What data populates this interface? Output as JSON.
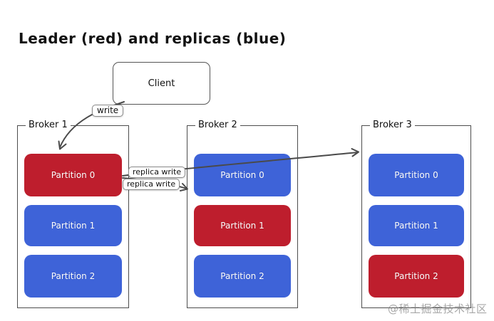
{
  "title": "Leader (red) and replicas (blue)",
  "client": {
    "label": "Client"
  },
  "edges": {
    "write": "write",
    "replica_write_1": "replica write",
    "replica_write_2": "replica write"
  },
  "colors": {
    "leader": "#be1e2d",
    "replica": "#3e63d8",
    "arrow": "#4a4a4a"
  },
  "brokers": [
    {
      "name": "Broker 1",
      "partitions": [
        {
          "label": "Partition 0",
          "role": "leader"
        },
        {
          "label": "Partition 1",
          "role": "replica"
        },
        {
          "label": "Partition 2",
          "role": "replica"
        }
      ]
    },
    {
      "name": "Broker 2",
      "partitions": [
        {
          "label": "Partition 0",
          "role": "replica"
        },
        {
          "label": "Partition 1",
          "role": "leader"
        },
        {
          "label": "Partition 2",
          "role": "replica"
        }
      ]
    },
    {
      "name": "Broker 3",
      "partitions": [
        {
          "label": "Partition 0",
          "role": "replica"
        },
        {
          "label": "Partition 1",
          "role": "replica"
        },
        {
          "label": "Partition 2",
          "role": "leader"
        }
      ]
    }
  ],
  "watermark": "@稀土掘金技术社区"
}
